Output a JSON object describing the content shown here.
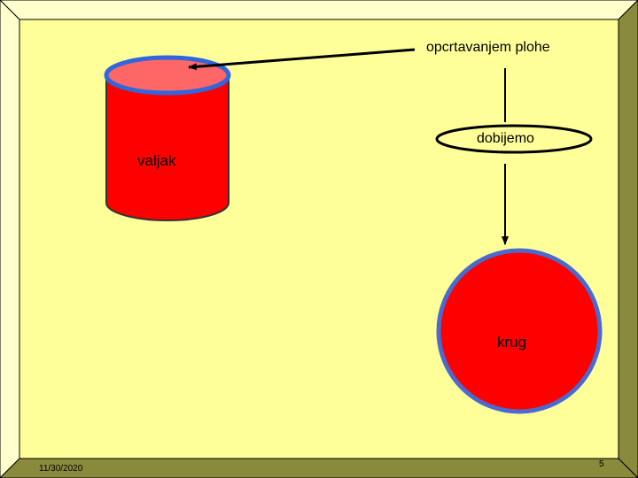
{
  "labels": {
    "surface": "opcrtavanjem  plohe",
    "result": "dobijemo",
    "cylinder": "valjak",
    "circle": "krug"
  },
  "footer": {
    "date": "11/30/2020",
    "page": "5"
  },
  "colors": {
    "background": "#ffff99",
    "frame_light": "#ffffcc",
    "frame_dark": "#8a8a3c",
    "shape_fill": "#ff0000",
    "cylinder_top": "#ff6666",
    "cylinder_top_outline": "#3366dd",
    "circle_outline": "#4a6ad0"
  }
}
